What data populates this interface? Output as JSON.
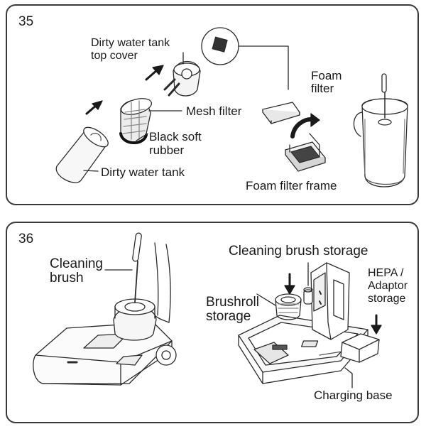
{
  "panel_35": {
    "step": "35",
    "labels": {
      "top_cover_1": "Dirty water tank",
      "top_cover_2": "top cover",
      "mesh_filter": "Mesh filter",
      "rubber_1": "Black soft",
      "rubber_2": "rubber",
      "tank": "Dirty water tank",
      "foam_1": "Foam",
      "foam_2": "filter",
      "foam_frame": "Foam filter frame"
    }
  },
  "panel_36": {
    "step": "36",
    "labels": {
      "brush_1": "Cleaning",
      "brush_2": "brush",
      "brush_storage": "Cleaning brush storage",
      "brushroll_1": "Brushroll",
      "brushroll_2": "storage",
      "hepa_1": "HEPA /",
      "hepa_2": "Adaptor",
      "hepa_3": "storage",
      "base": "Charging base"
    }
  }
}
